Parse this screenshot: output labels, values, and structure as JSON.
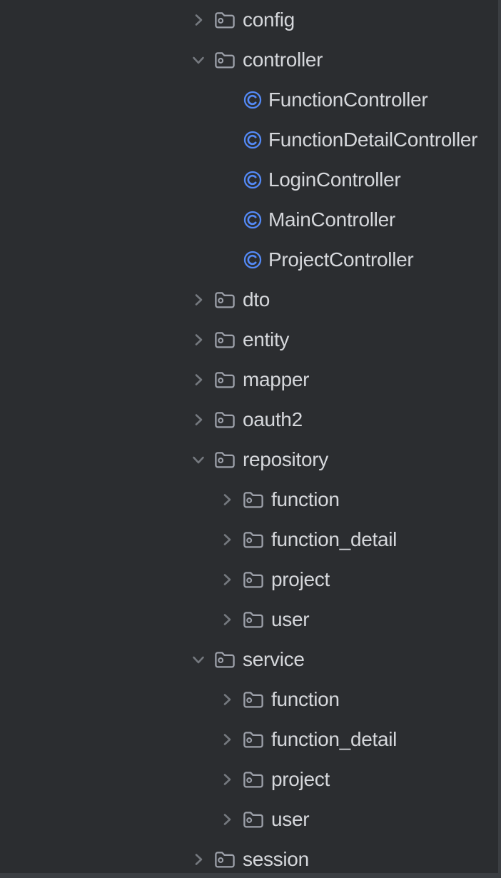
{
  "colors": {
    "background": "#2b2d30",
    "text": "#d5d7db",
    "chevron": "#75797f",
    "folder_icon": "#9da1aa",
    "class_icon": "#548af7",
    "edge_strip": "#3b3e42"
  },
  "tree": {
    "items": [
      {
        "label": "config",
        "type": "folder",
        "state": "collapsed",
        "level": 0
      },
      {
        "label": "controller",
        "type": "folder",
        "state": "expanded",
        "level": 0
      },
      {
        "label": "FunctionController",
        "type": "class",
        "state": "none",
        "level": 1
      },
      {
        "label": "FunctionDetailController",
        "type": "class",
        "state": "none",
        "level": 1
      },
      {
        "label": "LoginController",
        "type": "class",
        "state": "none",
        "level": 1
      },
      {
        "label": "MainController",
        "type": "class",
        "state": "none",
        "level": 1
      },
      {
        "label": "ProjectController",
        "type": "class",
        "state": "none",
        "level": 1
      },
      {
        "label": "dto",
        "type": "folder",
        "state": "collapsed",
        "level": 0
      },
      {
        "label": "entity",
        "type": "folder",
        "state": "collapsed",
        "level": 0
      },
      {
        "label": "mapper",
        "type": "folder",
        "state": "collapsed",
        "level": 0
      },
      {
        "label": "oauth2",
        "type": "folder",
        "state": "collapsed",
        "level": 0
      },
      {
        "label": "repository",
        "type": "folder",
        "state": "expanded",
        "level": 0
      },
      {
        "label": "function",
        "type": "folder",
        "state": "collapsed",
        "level": 1
      },
      {
        "label": "function_detail",
        "type": "folder",
        "state": "collapsed",
        "level": 1
      },
      {
        "label": "project",
        "type": "folder",
        "state": "collapsed",
        "level": 1
      },
      {
        "label": "user",
        "type": "folder",
        "state": "collapsed",
        "level": 1
      },
      {
        "label": "service",
        "type": "folder",
        "state": "expanded",
        "level": 0
      },
      {
        "label": "function",
        "type": "folder",
        "state": "collapsed",
        "level": 1
      },
      {
        "label": "function_detail",
        "type": "folder",
        "state": "collapsed",
        "level": 1
      },
      {
        "label": "project",
        "type": "folder",
        "state": "collapsed",
        "level": 1
      },
      {
        "label": "user",
        "type": "folder",
        "state": "collapsed",
        "level": 1
      },
      {
        "label": "session",
        "type": "folder",
        "state": "collapsed",
        "level": 0
      }
    ]
  }
}
